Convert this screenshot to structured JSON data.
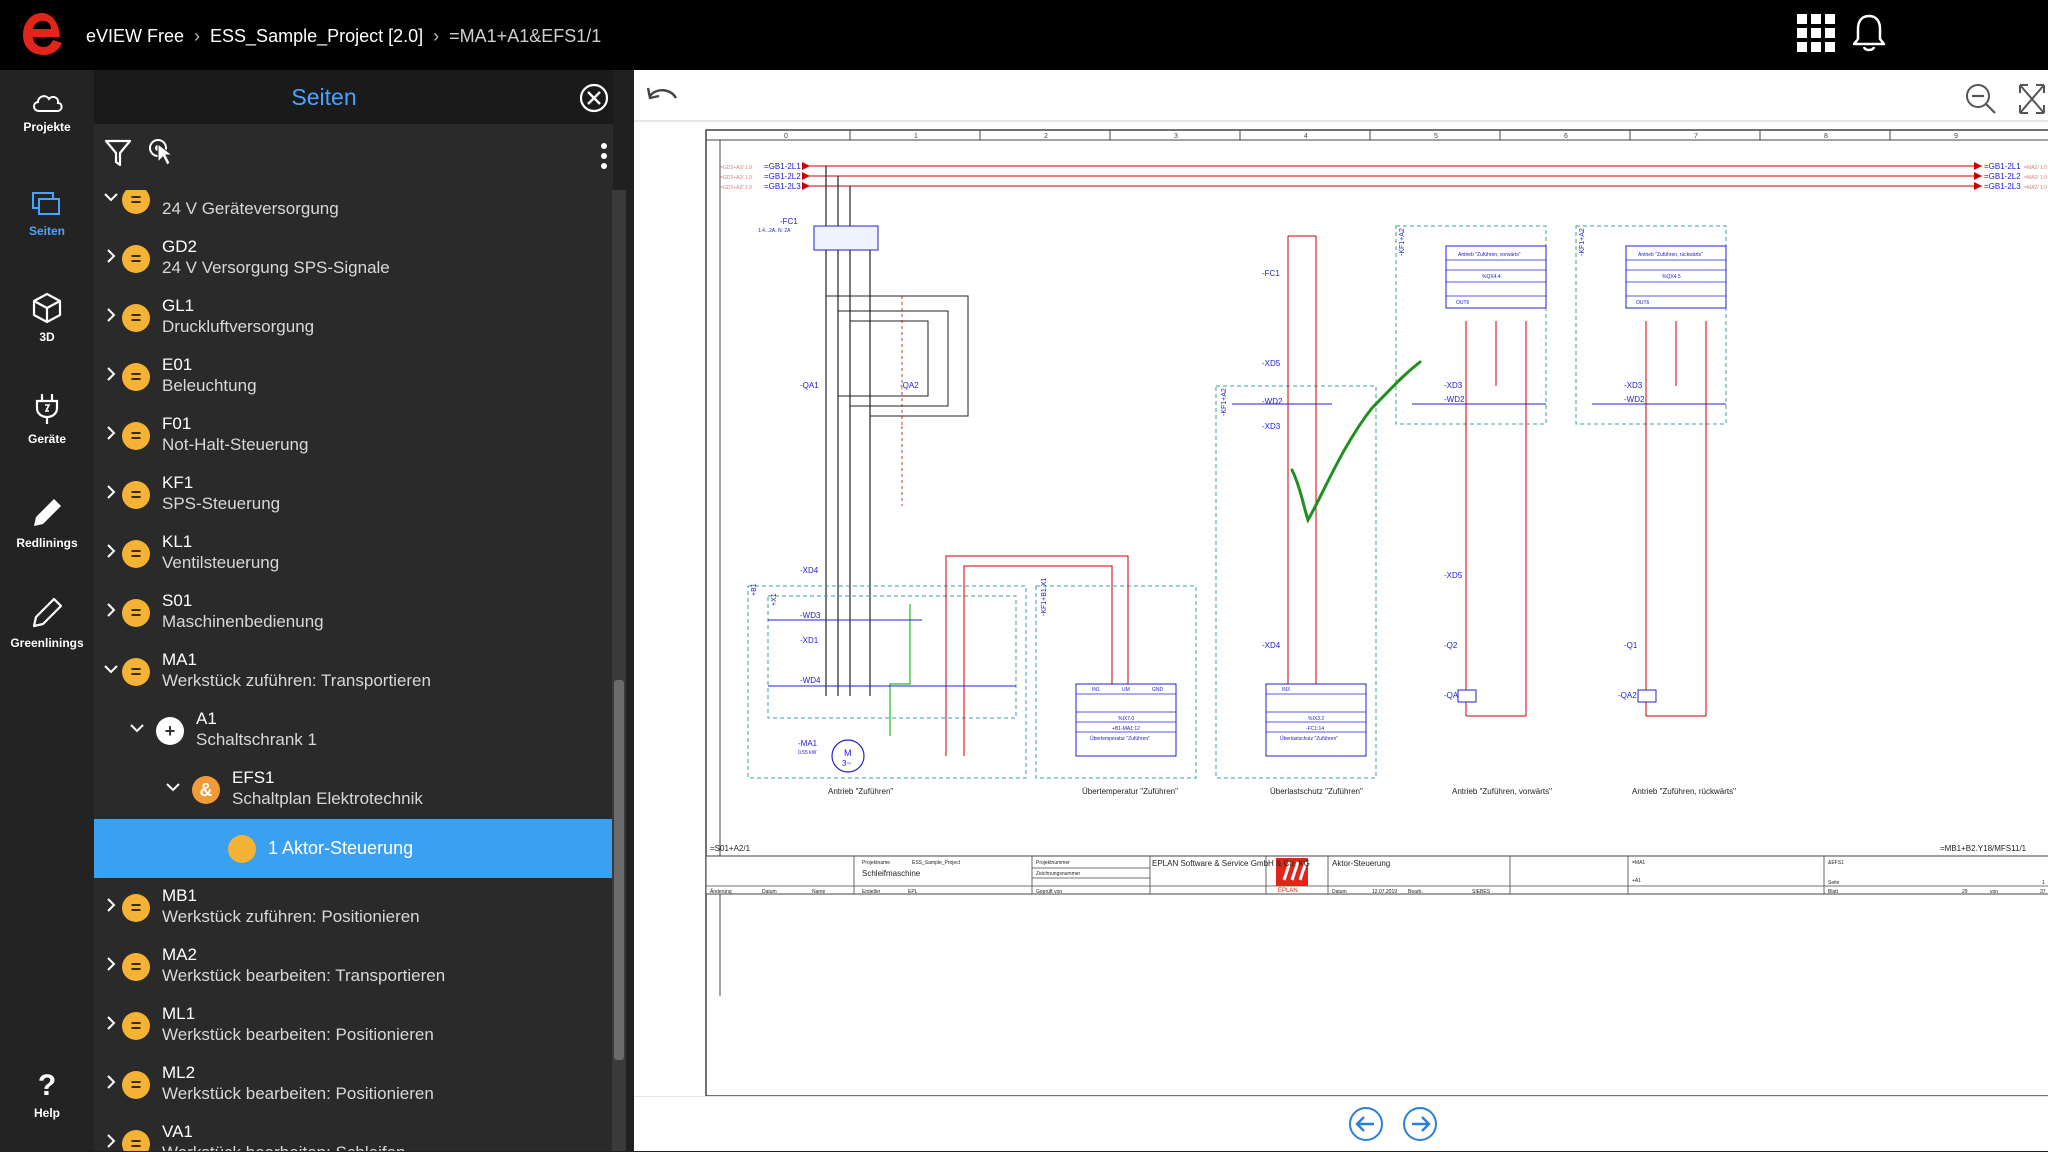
{
  "app": {
    "name": "eVIEW Free",
    "project": "ESS_Sample_Project [2.0]",
    "location": "=MA1+A1&EFS1/1",
    "brand_color": "#e1251b",
    "accent_color": "#3aa0f2"
  },
  "rail": [
    {
      "label": "Projekte",
      "icon": "cloud-icon"
    },
    {
      "label": "Seiten",
      "icon": "pages-icon",
      "active": true
    },
    {
      "label": "3D",
      "icon": "cube-icon"
    },
    {
      "label": "Geräte",
      "icon": "plug-icon"
    },
    {
      "label": "Redlinings",
      "icon": "pen-icon"
    },
    {
      "label": "Greenlinings",
      "icon": "pencil-icon"
    },
    {
      "label": "Help",
      "icon": "question-icon"
    }
  ],
  "panel": {
    "title": "Seiten",
    "tree": [
      {
        "code": "",
        "name": "24 V Geräteversorgung"
      },
      {
        "code": "GD2",
        "name": "24 V Versorgung SPS-Signale"
      },
      {
        "code": "GL1",
        "name": "Druckluftversorgung"
      },
      {
        "code": "E01",
        "name": "Beleuchtung"
      },
      {
        "code": "F01",
        "name": "Not-Halt-Steuerung"
      },
      {
        "code": "KF1",
        "name": "SPS-Steuerung"
      },
      {
        "code": "KL1",
        "name": "Ventilsteuerung"
      },
      {
        "code": "S01",
        "name": "Maschinenbedienung"
      },
      {
        "code": "MA1",
        "name": "Werkstück zuführen: Transportieren"
      },
      {
        "code": "A1",
        "name": "Schaltschrank 1"
      },
      {
        "code": "EFS1",
        "name": "Schaltplan Elektrotechnik"
      },
      {
        "code": "",
        "name": "1 Aktor-Steuerung"
      },
      {
        "code": "MB1",
        "name": "Werkstück zuführen: Positionieren"
      },
      {
        "code": "MA2",
        "name": "Werkstück bearbeiten: Transportieren"
      },
      {
        "code": "ML1",
        "name": "Werkstück bearbeiten: Positionieren"
      },
      {
        "code": "ML2",
        "name": "Werkstück bearbeiten: Positionieren"
      },
      {
        "code": "VA1",
        "name": "Werkstück bearbeiten: Schleifen"
      }
    ]
  },
  "sheet": {
    "columns": [
      "0",
      "1",
      "2",
      "3",
      "4",
      "5",
      "6",
      "7",
      "8",
      "9"
    ],
    "cross_left": [
      "=GB1-2L1",
      "=GB1-2L2",
      "=GB1-2L3"
    ],
    "cross_left_refs": [
      "=GD2+A2/ 1.9",
      "=GD2+A2/ 1.9",
      "=GD2+A2/ 1.9"
    ],
    "cross_right": [
      "=GB1-2L1",
      "=GB1-2L2",
      "=GB1-2L3"
    ],
    "cross_right_refs": [
      "=MA2/ 1.0",
      "=MA2/ 1.0",
      "=MA2/ 1.0"
    ],
    "labels": {
      "fc1": "-FC1",
      "fc1_note": "1.4...2A, N: 2A",
      "qa1": "-QA1",
      "qa2": "-QA2",
      "xd4": "-XD4",
      "wd3": "-WD3",
      "xd1": "-XD1",
      "wd4": "-WD4",
      "ma1": "-MA1",
      "ma1_power": "0.55 kW",
      "motor_m": "M",
      "motor_3": "3~",
      "xd5": "-XD5",
      "wd2": "-WD2",
      "xd3": "-XD3",
      "b1": "+B1",
      "x1": "+X1",
      "kf1b1x1": "-KF1+B1.X1",
      "kf1a2": "-KF1+A2",
      "kf1": "-KF1",
      "q1": "-Q1",
      "q2": "-Q2"
    },
    "captions": {
      "antrieb": "Antrieb \"Zuführen\"",
      "uebertemp": "Übertemperatur \"Zuführen\"",
      "ueberlast": "Überlastschutz \"Zuführen\"",
      "vorwaerts": "Antrieb \"Zuführen, vorwärts\"",
      "rueckwaerts": "Antrieb \"Zuführen, rückwärts\""
    },
    "box_texts": {
      "b1_title": "Übertemperatur \"Zuführen\"",
      "b1_addr": "%IX7.0",
      "b1_ref": "+B1-MA1:12",
      "b1_pins": [
        "IN1",
        "UM",
        "GND"
      ],
      "b2_title": "Überlastschutz \"Zuführen\"",
      "b2_addr": "%IX3.2",
      "b2_ref": "-FC1:14",
      "b2_pins": [
        "IN3"
      ],
      "b3_title": "Antrieb \"Zuführen, vorwärts\"",
      "b3_addr": "%QX4.4",
      "b4_title": "Antrieb \"Zuführen, rückwärts\"",
      "b4_addr": "%QX4.5",
      "out": "OUT6"
    },
    "page_ref_left": "=S01+A2/1",
    "page_ref_right": "=MB1+B2.Y18/MFS11/1",
    "titleblock": {
      "project_name_label": "Projektname",
      "project_name": "ESS_Sample_Project",
      "machine": "Schleifmaschine",
      "project_number_label": "Projektnummer",
      "drawing_number_label": "Zeichnungsnummer",
      "company": "EPLAN Software & Service GmbH & Co. KG",
      "page_title": "Aktor-Steuerung",
      "eplan": "EPLAN",
      "date_label": "Datum",
      "date": "12.07.2019",
      "editor_label": "Bearb.",
      "editor": "SIEBES",
      "change_label": "Änderung",
      "name_label": "Name",
      "creator_label": "Ersteller",
      "creator": "EPL",
      "checked_label": "Geprüft von",
      "fn": "=MA1",
      "loc": "+A1",
      "doc": "&EFS1",
      "sheet_label": "Seite",
      "sheet_no": "1",
      "blatt_label": "Blatt",
      "blatt": "29",
      "von": "von",
      "total": "37"
    }
  }
}
